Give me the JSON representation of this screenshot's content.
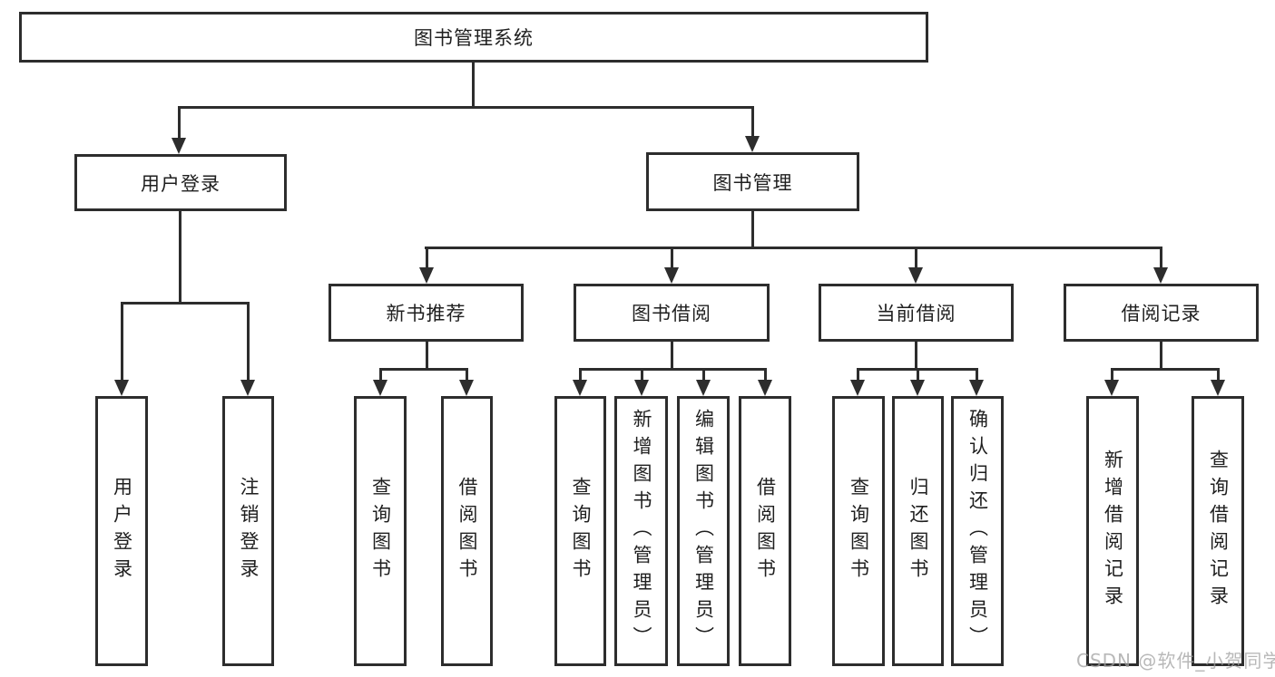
{
  "diagram": {
    "type": "hierarchy-tree",
    "root": {
      "label": "图书管理系统"
    },
    "level2": {
      "user_login": {
        "label": "用户登录"
      },
      "book_mgmt": {
        "label": "图书管理"
      }
    },
    "level3": {
      "new_books": {
        "label": "新书推荐"
      },
      "borrowing": {
        "label": "图书借阅"
      },
      "current_borrow": {
        "label": "当前借阅"
      },
      "borrow_records": {
        "label": "借阅记录"
      }
    },
    "leaves": {
      "ul_login": "用户登录",
      "ul_logout": "注销登录",
      "nb_query": "查询图书",
      "nb_borrow": "借阅图书",
      "bw_query": "查询图书",
      "bw_add": "新增图书（管理员）",
      "bw_edit": "编辑图书（管理员）",
      "bw_borrow": "借阅图书",
      "cb_query": "查询图书",
      "cb_return": "归还图书",
      "cb_confirm": "确认归还（管理员）",
      "rc_add": "新增借阅记录",
      "rc_query": "查询借阅记录"
    },
    "edges": [
      [
        "图书管理系统",
        "用户登录"
      ],
      [
        "图书管理系统",
        "图书管理"
      ],
      [
        "用户登录",
        "用户登录(叶)"
      ],
      [
        "用户登录",
        "注销登录"
      ],
      [
        "图书管理",
        "新书推荐"
      ],
      [
        "图书管理",
        "图书借阅"
      ],
      [
        "图书管理",
        "当前借阅"
      ],
      [
        "图书管理",
        "借阅记录"
      ],
      [
        "新书推荐",
        "查询图书"
      ],
      [
        "新书推荐",
        "借阅图书"
      ],
      [
        "图书借阅",
        "查询图书"
      ],
      [
        "图书借阅",
        "新增图书（管理员）"
      ],
      [
        "图书借阅",
        "编辑图书（管理员）"
      ],
      [
        "图书借阅",
        "借阅图书"
      ],
      [
        "当前借阅",
        "查询图书"
      ],
      [
        "当前借阅",
        "归还图书"
      ],
      [
        "当前借阅",
        "确认归还（管理员）"
      ],
      [
        "借阅记录",
        "新增借阅记录"
      ],
      [
        "借阅记录",
        "查询借阅记录"
      ]
    ],
    "colors": {
      "line": "#2d2d2d",
      "box_border": "#2d2d2d",
      "text": "#1f1f1f",
      "watermark": "#a0a0a0"
    }
  },
  "watermark": "CSDN @软件_小贺同学"
}
